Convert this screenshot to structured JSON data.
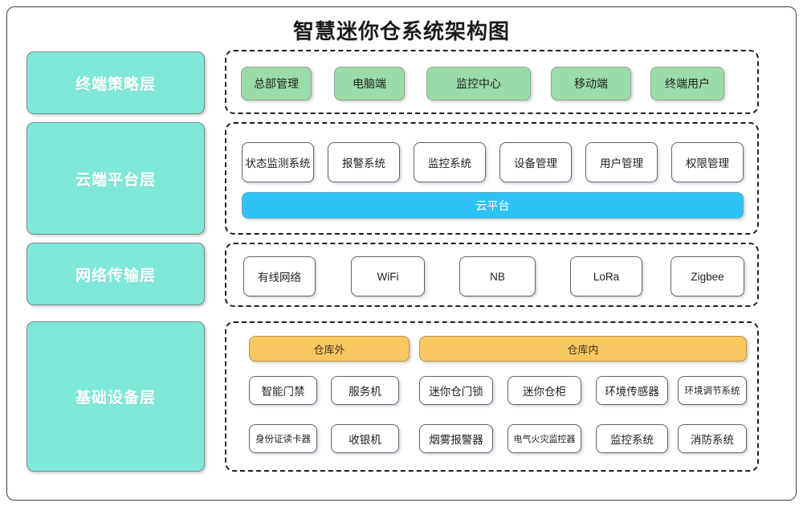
{
  "page": {
    "title": "智慧迷你仓系统架构图"
  },
  "colors": {
    "layer_teal": "#7FE8D8",
    "terminal_green": "#9ADCA8",
    "cloud_blue": "#2FC3F5",
    "warehouse_orange": "#FBC761",
    "frame_border": "#3d4350",
    "dashed_border": "#1f1f1f",
    "node_white": "#ffffff",
    "text_dark": "#1f1f1f"
  },
  "layers": [
    {
      "id": "terminal-strategy",
      "label": "终端策略层"
    },
    {
      "id": "cloud-platform",
      "label": "云端平台层"
    },
    {
      "id": "network-transport",
      "label": "网络传输层"
    },
    {
      "id": "infrastructure",
      "label": "基础设备层"
    }
  ],
  "terminal_layer": {
    "nodes": [
      {
        "label": "总部管理"
      },
      {
        "label": "电脑端"
      },
      {
        "label": "监控中心"
      },
      {
        "label": "移动端"
      },
      {
        "label": "终端用户"
      }
    ]
  },
  "cloud_layer": {
    "nodes": [
      {
        "label": "状态监测系统"
      },
      {
        "label": "报警系统"
      },
      {
        "label": "监控系统"
      },
      {
        "label": "设备管理"
      },
      {
        "label": "用户管理"
      },
      {
        "label": "权限管理"
      }
    ],
    "platform_bar": {
      "label": "云平台"
    }
  },
  "network_layer": {
    "nodes": [
      {
        "label": "有线网络"
      },
      {
        "label": "WiFi"
      },
      {
        "label": "NB"
      },
      {
        "label": "LoRa"
      },
      {
        "label": "Zigbee"
      }
    ]
  },
  "infrastructure_layer": {
    "zone_headers": [
      {
        "label": "仓库外"
      },
      {
        "label": "仓库内"
      }
    ],
    "row_one": [
      {
        "label": "智能门禁"
      },
      {
        "label": "服务机"
      },
      {
        "label": "迷你仓门锁"
      },
      {
        "label": "迷你仓柜"
      },
      {
        "label": "环境传感器"
      },
      {
        "label": "环境调节系统"
      }
    ],
    "row_two": [
      {
        "label": "身份证读卡器"
      },
      {
        "label": "收银机"
      },
      {
        "label": "烟雾报警器"
      },
      {
        "label": "电气火灾监控器"
      },
      {
        "label": "监控系统"
      },
      {
        "label": "消防系统"
      }
    ]
  },
  "watermark": {
    "label": ""
  }
}
